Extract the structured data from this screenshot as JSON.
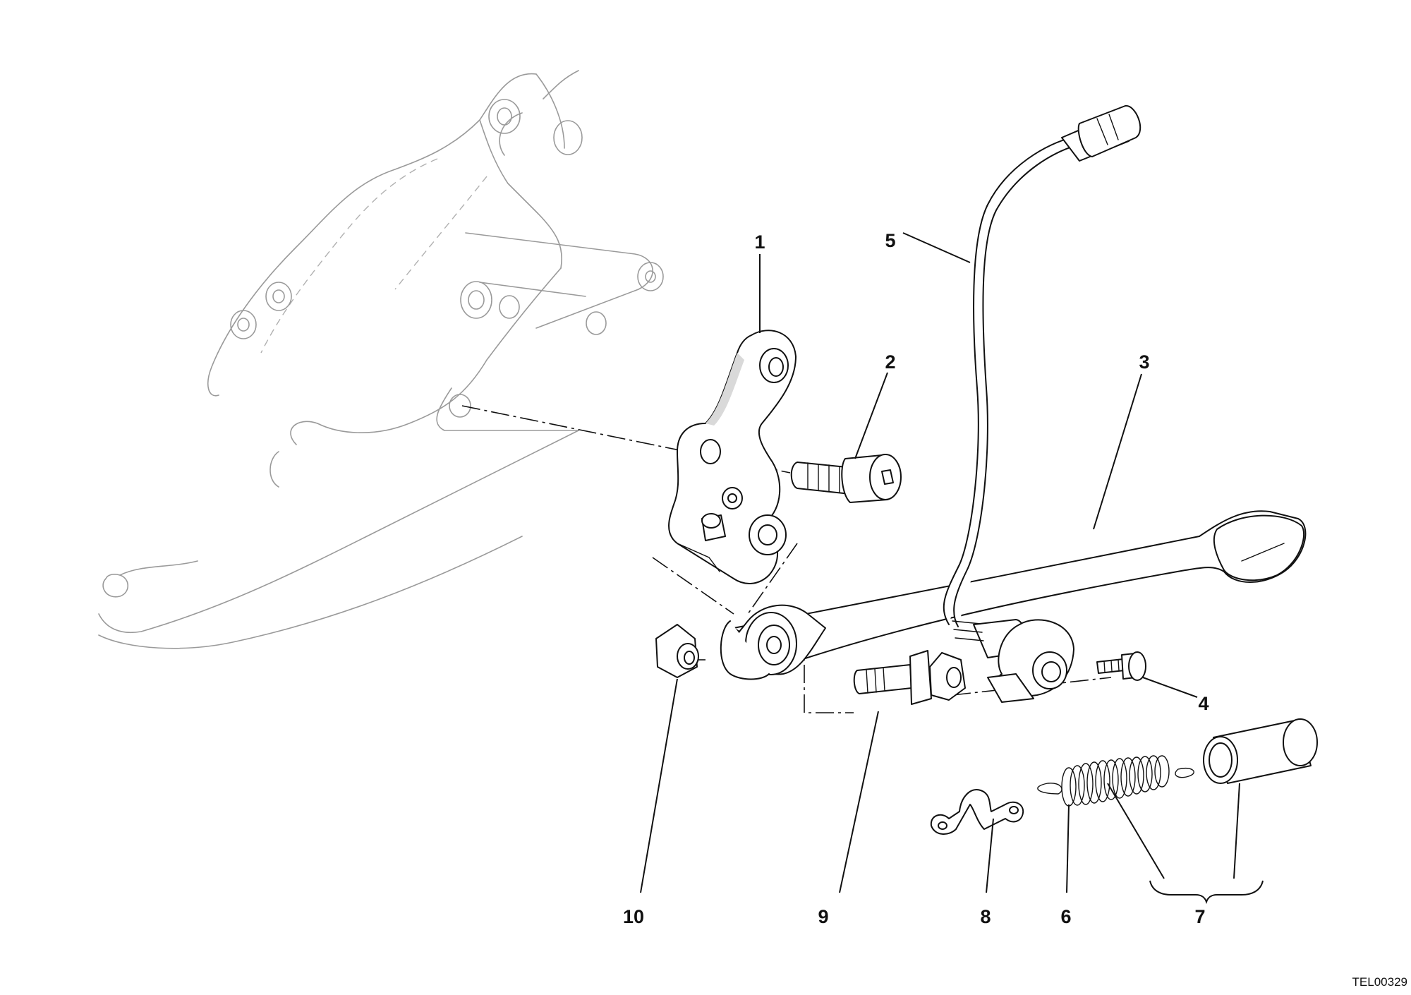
{
  "callouts": {
    "c1": "1",
    "c2": "2",
    "c3": "3",
    "c4": "4",
    "c5": "5",
    "c6": "6",
    "c7": "7",
    "c8": "8",
    "c9": "9",
    "c10": "10"
  },
  "drawing_ref": "TEL00329"
}
